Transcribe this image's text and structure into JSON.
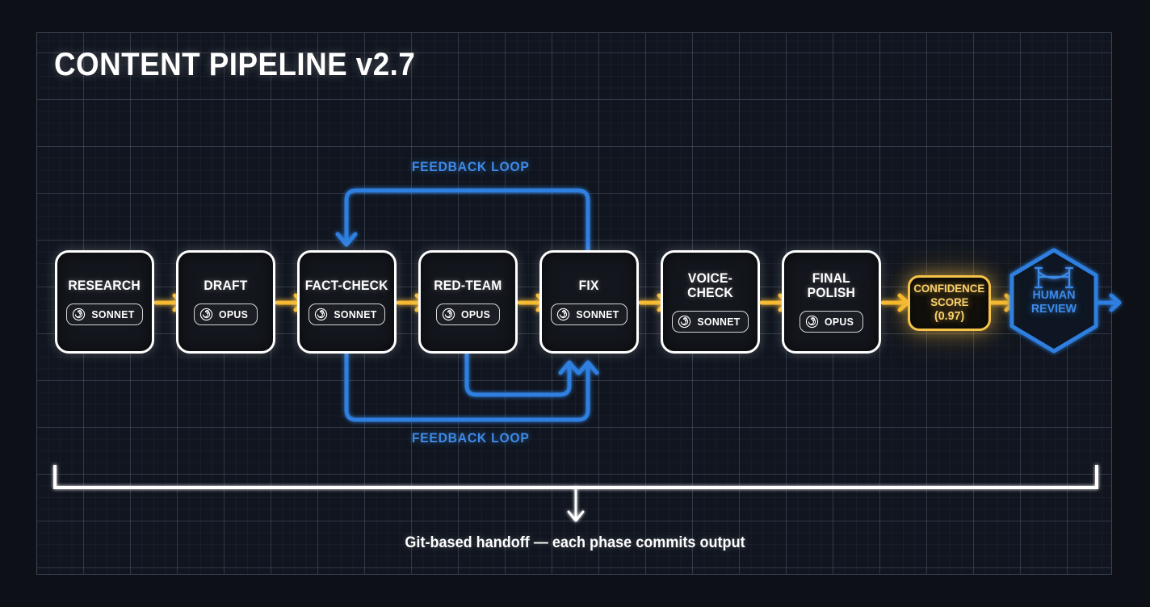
{
  "diagram": {
    "title": "CONTENT PIPELINE v2.7",
    "caption": "Git-based handoff — each phase commits output",
    "colors": {
      "background": "#0d1117",
      "panel": "#10151f",
      "panel_border": "#3a4454",
      "node_border": "#ffffff",
      "arrow_amber": "#f5b82e",
      "loop_blue": "#2f7fe0",
      "confidence_gold": "#f5c24a",
      "human_review_blue": "#3d8ae8"
    }
  },
  "nodes": [
    {
      "id": "research",
      "label": "RESEARCH",
      "model": "SONNET",
      "icon": "swirl-icon"
    },
    {
      "id": "draft",
      "label": "DRAFT",
      "model": "OPUS",
      "icon": "swirl-icon"
    },
    {
      "id": "fact-check",
      "label": "FACT-CHECK",
      "model": "SONNET",
      "icon": "swirl-icon"
    },
    {
      "id": "red-team",
      "label": "RED-TEAM",
      "model": "OPUS",
      "icon": "swirl-icon"
    },
    {
      "id": "fix",
      "label": "FIX",
      "model": "SONNET",
      "icon": "swirl-icon"
    },
    {
      "id": "voice-check",
      "label": "VOICE-CHECK",
      "model": "SONNET",
      "icon": "swirl-icon"
    },
    {
      "id": "final-polish",
      "label": "FINAL\nPOLISH",
      "model": "OPUS",
      "icon": "swirl-icon"
    }
  ],
  "confidence": {
    "line1": "CONFIDENCE",
    "line2": "SCORE",
    "value": "(0.97)"
  },
  "human_review": {
    "line1": "HUMAN",
    "line2": "REVIEW",
    "icon": "gate-icon"
  },
  "loops": [
    {
      "id": "top",
      "label": "FEEDBACK LOOP",
      "from": "fix",
      "to": "fact-check"
    },
    {
      "id": "bottom",
      "label": "FEEDBACK LOOP",
      "from": "fact-check",
      "to": "fix"
    }
  ]
}
